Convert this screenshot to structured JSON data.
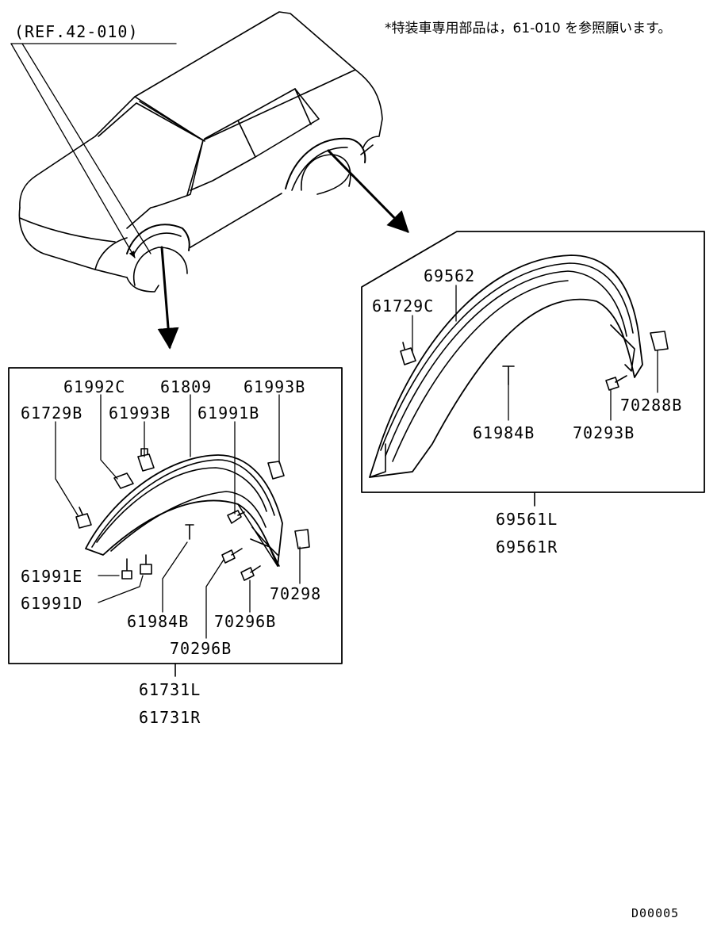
{
  "header": {
    "ref": "(REF.42-010)",
    "note": "*特装車専用部品は，61-010 を参照願います。"
  },
  "front_group": {
    "parts": {
      "p61992C": "61992C",
      "p61809": "61809",
      "p61993B_top": "61993B",
      "p61729B": "61729B",
      "p61993B_mid": "61993B",
      "p61991B": "61991B",
      "p61991E": "61991E",
      "p61991D": "61991D",
      "p70298": "70298",
      "p61984B": "61984B",
      "p70296B_a": "70296B",
      "p70296B_b": "70296B"
    },
    "assembly_left": "61731L",
    "assembly_right": "61731R"
  },
  "rear_group": {
    "parts": {
      "p69562": "69562",
      "p61729C": "61729C",
      "p61984B": "61984B",
      "p70293B": "70293B",
      "p70288B": "70288B"
    },
    "assembly_left": "69561L",
    "assembly_right": "69561R"
  },
  "footer": {
    "code": "D00005"
  },
  "icons": [
    "vehicle-outline",
    "front-fender-flare",
    "rear-fender-flare",
    "clip-icon",
    "screw-icon",
    "nut-icon",
    "rivet-icon"
  ]
}
